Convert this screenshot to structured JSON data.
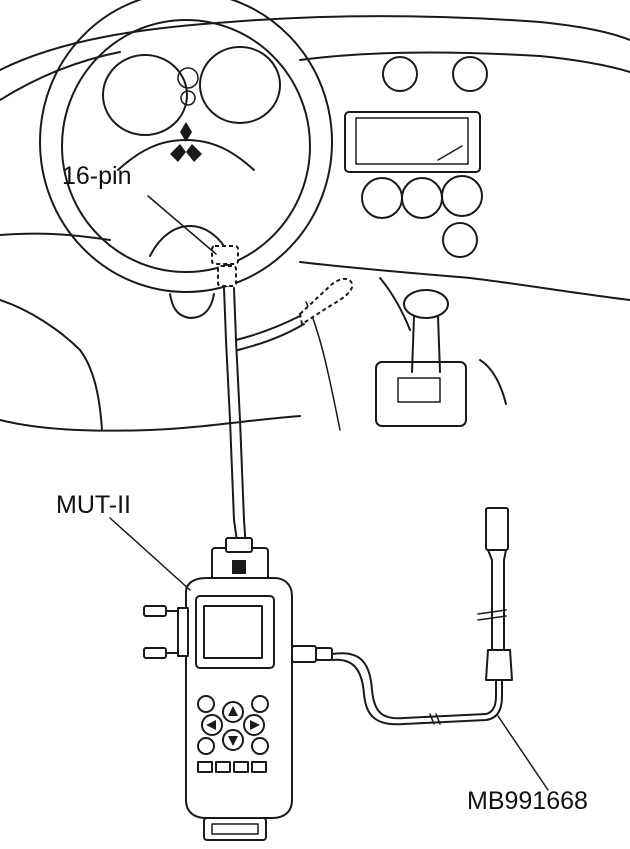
{
  "labels": {
    "connector": "16-pin",
    "tester": "MUT-II",
    "adapter": "MB991668"
  }
}
